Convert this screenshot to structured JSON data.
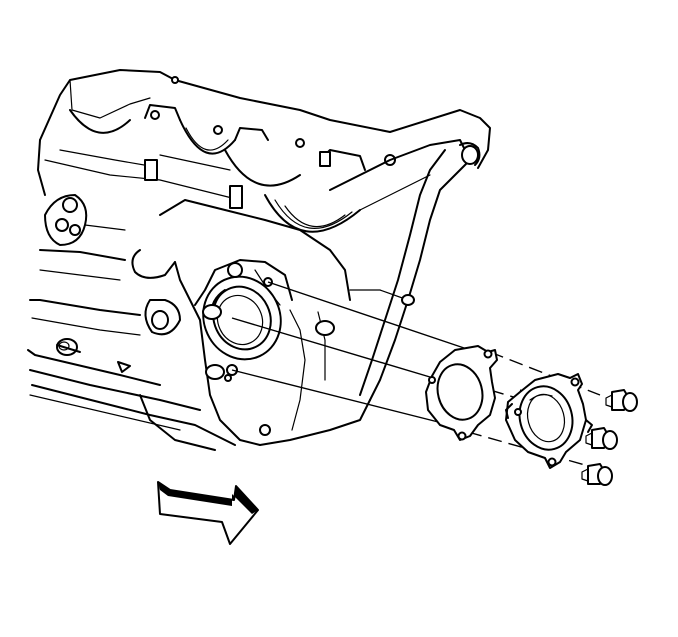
{
  "figure": {
    "colors": {
      "line": "#000000",
      "background": "#ffffff"
    },
    "parts": [
      {
        "name": "engine-block",
        "icon": "engine-block-icon"
      },
      {
        "name": "housing-gasket",
        "icon": "gasket-icon"
      },
      {
        "name": "seal-housing-cover",
        "icon": "cover-plate-icon"
      },
      {
        "name": "mounting-bolts",
        "icon": "bolt-icon",
        "count": 3
      },
      {
        "name": "front-direction-arrow",
        "icon": "arrow-icon"
      }
    ]
  }
}
